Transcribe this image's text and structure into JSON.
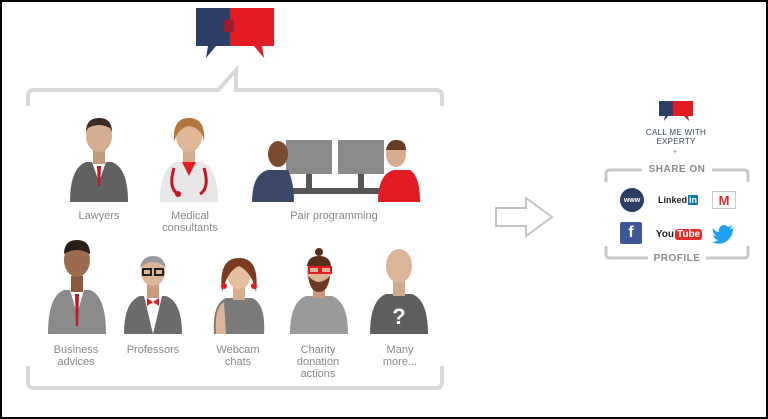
{
  "people": [
    {
      "label": "Lawyers"
    },
    {
      "label": "Medical\nconsultants"
    },
    {
      "label": "Pair programming"
    },
    {
      "label": "Business\nadvices"
    },
    {
      "label": "Professors"
    },
    {
      "label": "Webcam\nchats"
    },
    {
      "label": "Charity\ndonation\nactions"
    },
    {
      "label": "Many\nmore..."
    }
  ],
  "profile_card": {
    "tagline": "CALL ME WITH\nEXPERTY",
    "share_on": "SHARE ON",
    "profile": "PROFILE",
    "socials": [
      {
        "name": "www-icon",
        "text": "www"
      },
      {
        "name": "linkedin-icon",
        "text": "Linked"
      },
      {
        "name": "gmail-icon",
        "text": "M"
      },
      {
        "name": "facebook-icon",
        "text": "f"
      },
      {
        "name": "youtube-icon",
        "text": "You"
      },
      {
        "name": "twitter-icon",
        "text": ""
      }
    ],
    "linkedin_suffix": "in",
    "youtube_suffix": "Tube"
  },
  "colors": {
    "brand_blue": "#2c3e66",
    "brand_red": "#e31b23",
    "gray_shirt": "#757575",
    "bracket": "#d8d8d8"
  }
}
